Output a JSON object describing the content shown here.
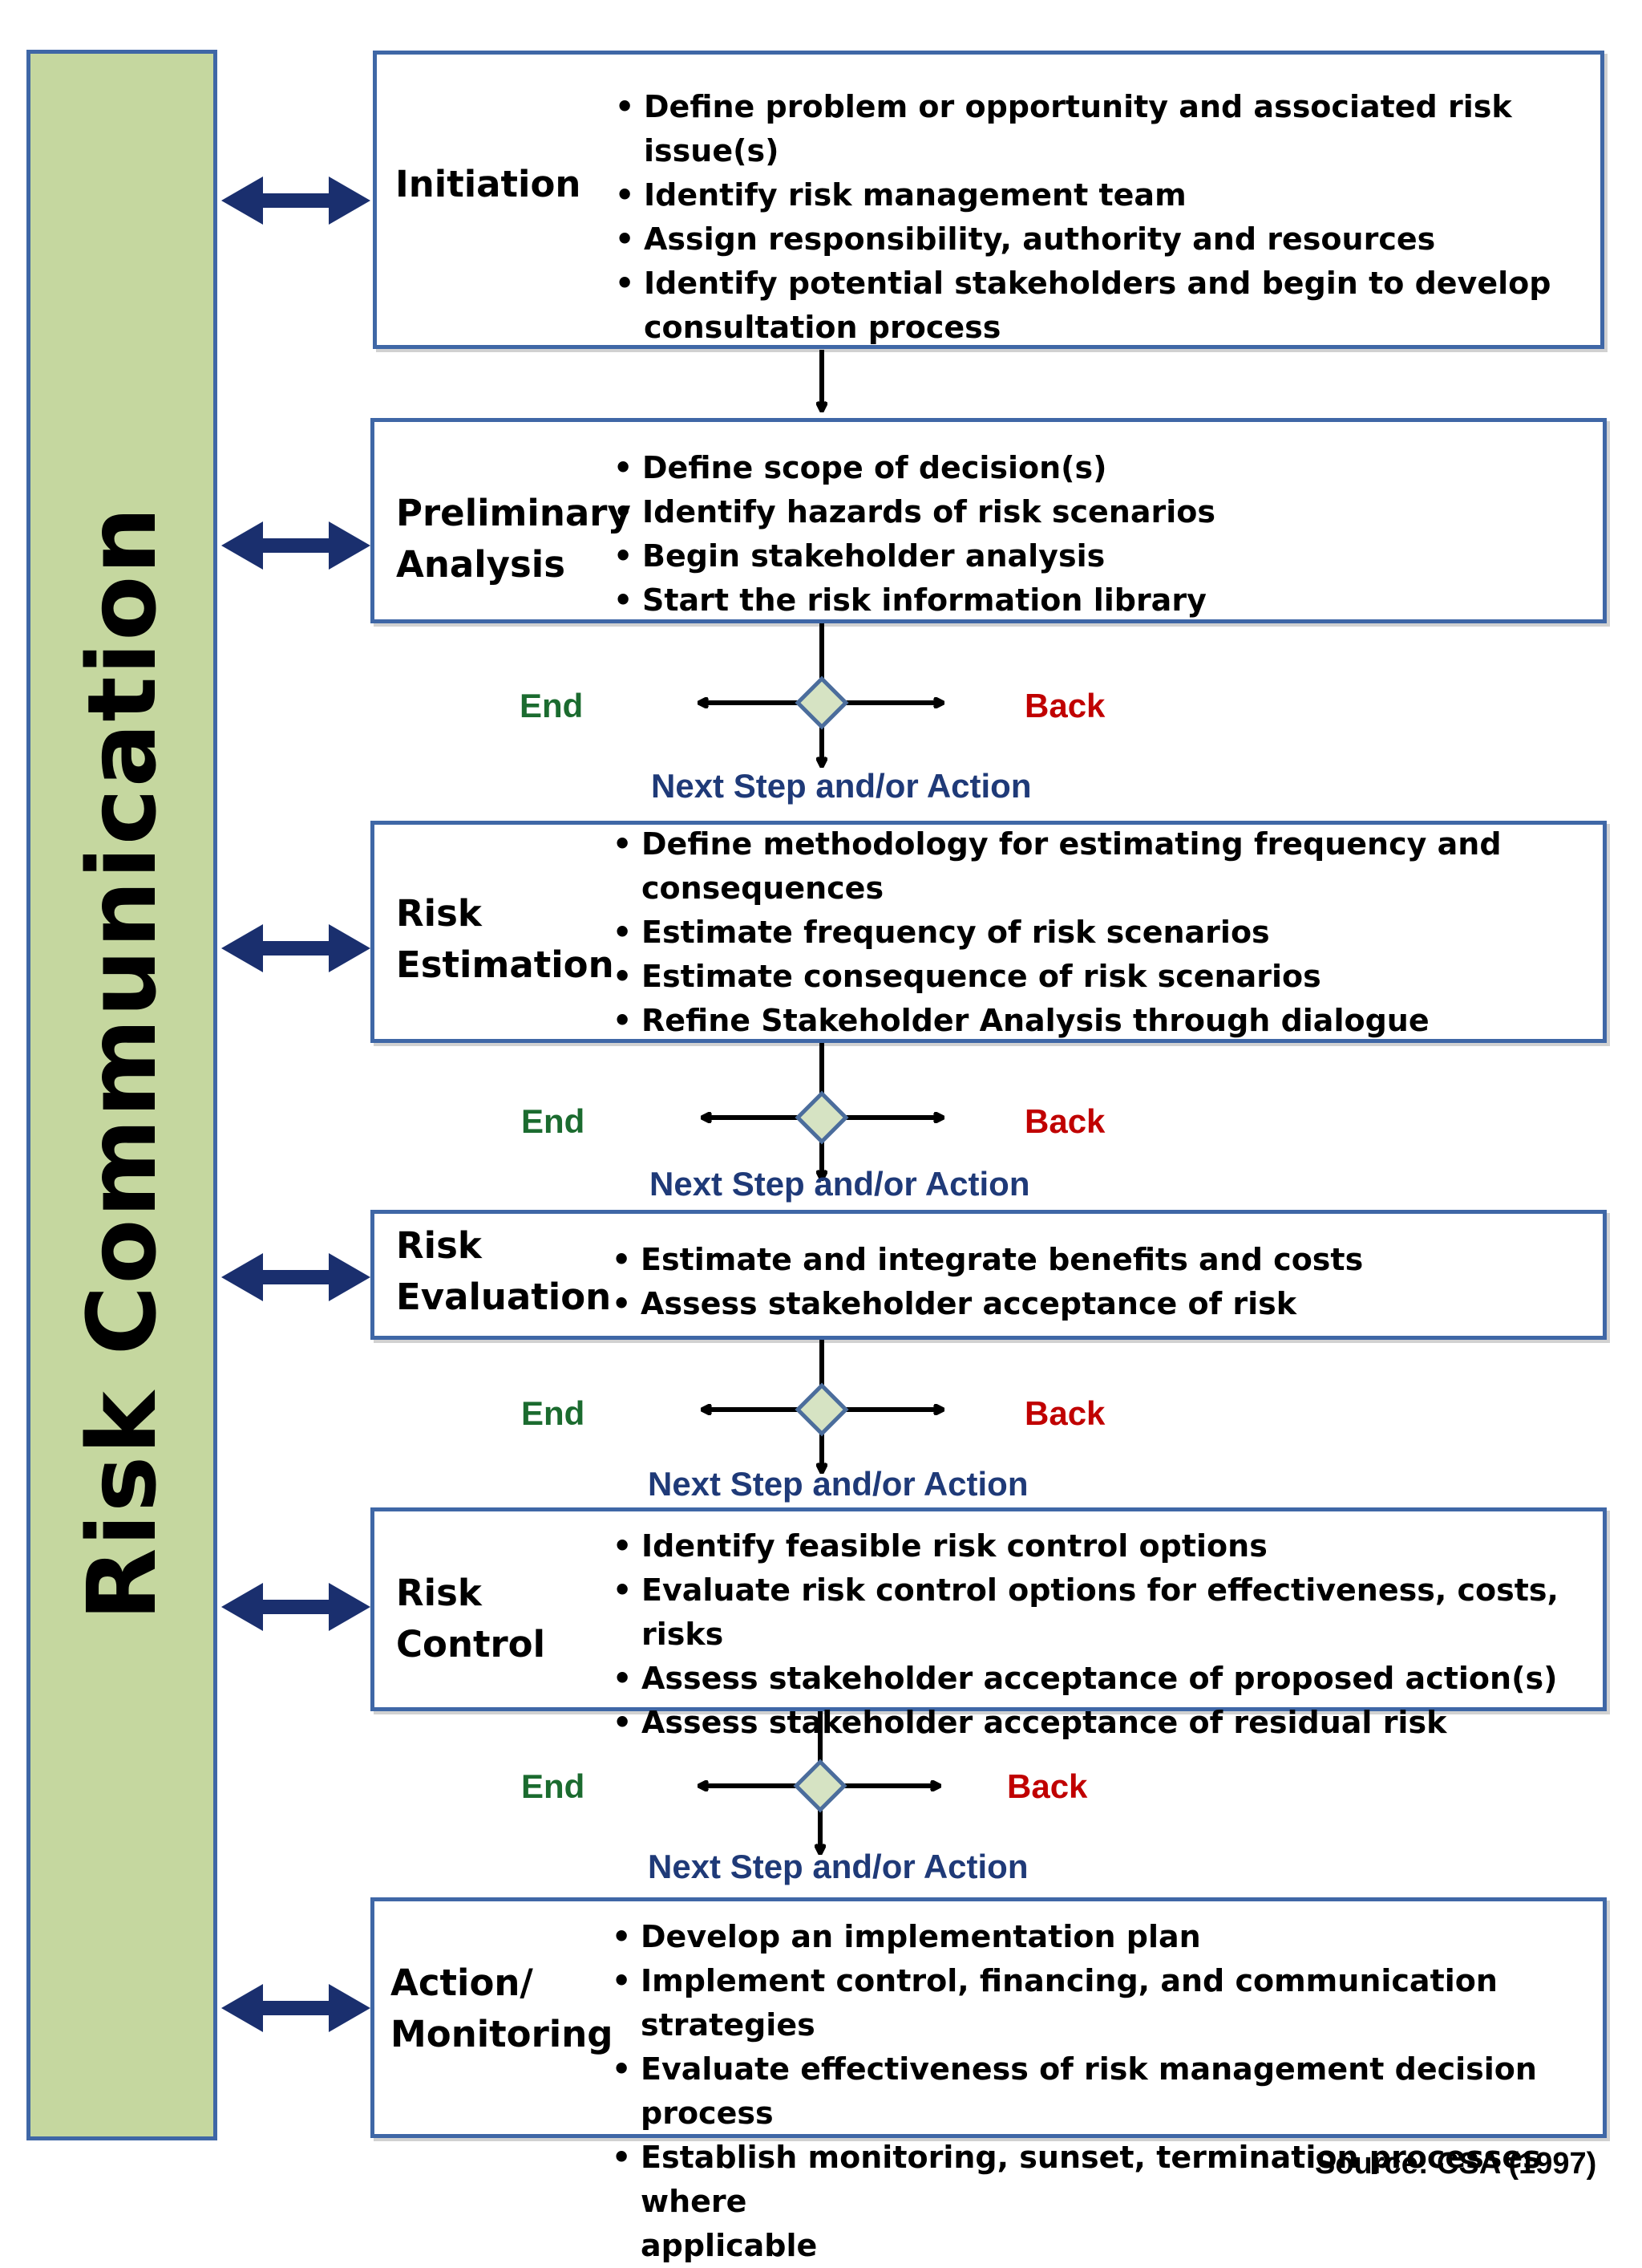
{
  "side_title": "Risk  Communication",
  "stages": [
    {
      "label": "Initiation",
      "bullets": [
        "Define problem or opportunity and associated risk issue(s)",
        "Identify  risk management team",
        "Assign responsibility, authority and resources",
        "Identify potential stakeholders and begin to develop\nconsultation process"
      ]
    },
    {
      "label": "Preliminary\nAnalysis",
      "bullets": [
        "Define scope of decision(s)",
        "Identify hazards of risk scenarios",
        "Begin stakeholder analysis",
        "Start the risk information library"
      ]
    },
    {
      "label": "Risk\nEstimation",
      "bullets": [
        "Define methodology for estimating frequency and\nconsequences",
        "Estimate frequency of risk scenarios",
        "Estimate consequence of risk scenarios",
        "Refine Stakeholder Analysis through dialogue"
      ]
    },
    {
      "label": "Risk\nEvaluation",
      "bullets": [
        "Estimate and integrate benefits and costs",
        "Assess stakeholder acceptance of risk"
      ]
    },
    {
      "label": "Risk\nControl",
      "bullets": [
        "Identify feasible risk control options",
        "Evaluate risk control options for effectiveness, costs, risks",
        "Assess stakeholder acceptance of proposed action(s)",
        "Assess stakeholder acceptance of residual risk"
      ]
    },
    {
      "label": "Action/\nMonitoring",
      "bullets": [
        "Develop an implementation plan",
        "Implement control, financing, and communication strategies",
        "Evaluate effectiveness of risk management decision process",
        "Establish monitoring, sunset, termination processes where\napplicable"
      ]
    }
  ],
  "decisions": [
    {
      "end": "End",
      "back": "Back",
      "next": "Next Step and/or Action"
    },
    {
      "end": "End",
      "back": "Back",
      "next": "Next Step and/or Action"
    },
    {
      "end": "End",
      "back": "Back",
      "next": "Next Step and/or Action"
    },
    {
      "end": "End",
      "back": "Back",
      "next": "Next Step and/or Action"
    }
  ],
  "source": "Source: CSA (1997)",
  "colors": {
    "side_bar_fill": "#c5d79f",
    "box_border": "#3f67a6",
    "end_text": "#1b6b2f",
    "back_text": "#c00000",
    "next_text": "#1f3a78",
    "double_arrow": "#1a2f6e",
    "diamond_fill": "#d6e3c3"
  }
}
